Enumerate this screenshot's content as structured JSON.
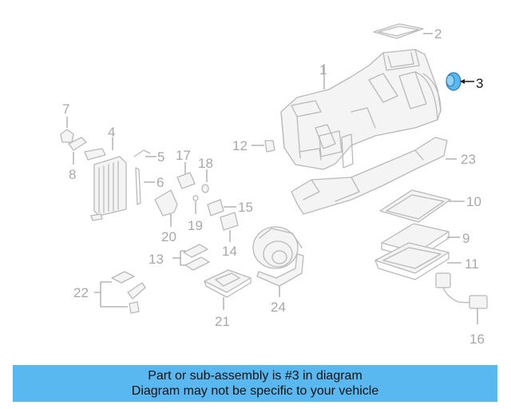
{
  "diagram": {
    "highlight_color": "#5ab8f0",
    "callouts": {
      "c1": "1",
      "c2": "2",
      "c3": "3",
      "c4": "4",
      "c5": "5",
      "c6": "6",
      "c7": "7",
      "c8": "8",
      "c9": "9",
      "c10": "10",
      "c11": "11",
      "c12": "12",
      "c13": "13",
      "c14": "14",
      "c15": "15",
      "c16": "16",
      "c17": "17",
      "c18": "18",
      "c19": "19",
      "c20": "20",
      "c21": "21",
      "c22": "22",
      "c23": "23",
      "c24": "24"
    },
    "highlighted_callout": "3"
  },
  "banner": {
    "line1": "Part or sub-assembly is #3 in diagram",
    "line2": "Diagram may not be specific to your vehicle",
    "background": "#5ab8f0"
  }
}
